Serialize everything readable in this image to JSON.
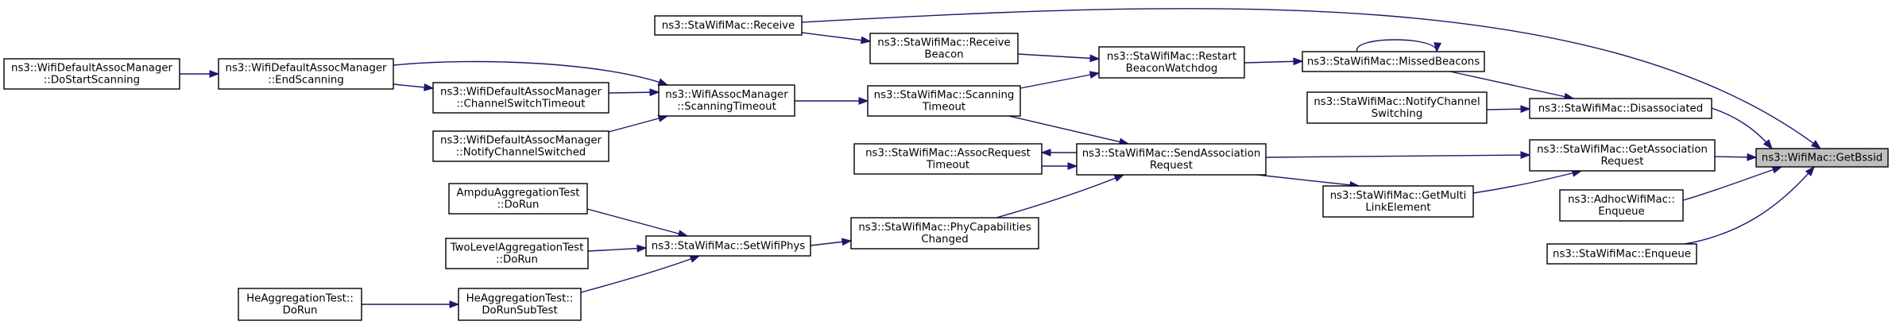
{
  "diagram": {
    "type": "call-graph",
    "colors": {
      "edge": "#191970",
      "node_border": "#000000",
      "root_fill": "#bfbfbf",
      "node_fill": "#ffffff"
    },
    "nodes": [
      {
        "id": "getbssid",
        "lines": [
          "ns3::WifiMac::GetBssid"
        ],
        "root": true
      },
      {
        "id": "receive",
        "lines": [
          "ns3::StaWifiMac::Receive"
        ]
      },
      {
        "id": "receivebeacon",
        "lines": [
          "ns3::StaWifiMac::Receive",
          "Beacon"
        ]
      },
      {
        "id": "restartbeacon",
        "lines": [
          "ns3::StaWifiMac::Restart",
          "BeaconWatchdog"
        ]
      },
      {
        "id": "missedbeacons",
        "lines": [
          "ns3::StaWifiMac::MissedBeacons"
        ]
      },
      {
        "id": "notifychannel",
        "lines": [
          "ns3::StaWifiMac::NotifyChannel",
          "Switching"
        ]
      },
      {
        "id": "disassociated",
        "lines": [
          "ns3::StaWifiMac::Disassociated"
        ]
      },
      {
        "id": "getassocreq",
        "lines": [
          "ns3::StaWifiMac::GetAssociation",
          "Request"
        ]
      },
      {
        "id": "sendassocreq",
        "lines": [
          "ns3::StaWifiMac::SendAssociation",
          "Request"
        ]
      },
      {
        "id": "assocreqtimeout",
        "lines": [
          "ns3::StaWifiMac::AssocRequest",
          "Timeout"
        ]
      },
      {
        "id": "scanningtimeout_sta",
        "lines": [
          "ns3::StaWifiMac::Scanning",
          "Timeout"
        ]
      },
      {
        "id": "scanningtimeout_mgr",
        "lines": [
          "ns3::WifiAssocManager",
          "::ScanningTimeout"
        ]
      },
      {
        "id": "endscanning",
        "lines": [
          "ns3::WifiDefaultAssocManager",
          "::EndScanning"
        ]
      },
      {
        "id": "dostartscanning",
        "lines": [
          "ns3::WifiDefaultAssocManager",
          "::DoStartScanning"
        ]
      },
      {
        "id": "chanswitchtimeout",
        "lines": [
          "ns3::WifiDefaultAssocManager",
          "::ChannelSwitchTimeout"
        ]
      },
      {
        "id": "notifychanswitched",
        "lines": [
          "ns3::WifiDefaultAssocManager",
          "::NotifyChannelSwitched"
        ]
      },
      {
        "id": "getmultilink",
        "lines": [
          "ns3::StaWifiMac::GetMulti",
          "LinkElement"
        ]
      },
      {
        "id": "adhocenqueue",
        "lines": [
          "ns3::AdhocWifiMac::",
          "Enqueue"
        ]
      },
      {
        "id": "staenqueue",
        "lines": [
          "ns3::StaWifiMac::Enqueue"
        ]
      },
      {
        "id": "phycap",
        "lines": [
          "ns3::StaWifiMac::PhyCapabilities",
          "Changed"
        ]
      },
      {
        "id": "setwifiphys",
        "lines": [
          "ns3::StaWifiMac::SetWifiPhys"
        ]
      },
      {
        "id": "ampdutest",
        "lines": [
          "AmpduAggregationTest",
          "::DoRun"
        ]
      },
      {
        "id": "twoleveltest",
        "lines": [
          "TwoLevelAggregationTest",
          "::DoRun"
        ]
      },
      {
        "id": "hedorunsub",
        "lines": [
          "HeAggregationTest::",
          "DoRunSubTest"
        ]
      },
      {
        "id": "hedorun",
        "lines": [
          "HeAggregationTest::",
          "DoRun"
        ]
      }
    ],
    "edges": [
      {
        "from": "receive",
        "to": "getbssid"
      },
      {
        "from": "disassociated",
        "to": "getbssid"
      },
      {
        "from": "getassocreq",
        "to": "getbssid"
      },
      {
        "from": "adhocenqueue",
        "to": "getbssid"
      },
      {
        "from": "staenqueue",
        "to": "getbssid"
      },
      {
        "from": "receive",
        "to": "receivebeacon"
      },
      {
        "from": "receivebeacon",
        "to": "restartbeacon"
      },
      {
        "from": "restartbeacon",
        "to": "missedbeacons"
      },
      {
        "from": "missedbeacons",
        "to": "missedbeacons"
      },
      {
        "from": "missedbeacons",
        "to": "disassociated"
      },
      {
        "from": "notifychannel",
        "to": "disassociated"
      },
      {
        "from": "sendassocreq",
        "to": "getassocreq"
      },
      {
        "from": "getmultilink",
        "to": "getassocreq"
      },
      {
        "from": "scanningtimeout_sta",
        "to": "restartbeacon"
      },
      {
        "from": "scanningtimeout_sta",
        "to": "sendassocreq"
      },
      {
        "from": "sendassocreq",
        "to": "assocreqtimeout"
      },
      {
        "from": "assocreqtimeout",
        "to": "sendassocreq"
      },
      {
        "from": "sendassocreq",
        "to": "getmultilink"
      },
      {
        "from": "phycap",
        "to": "sendassocreq"
      },
      {
        "from": "scanningtimeout_mgr",
        "to": "scanningtimeout_sta"
      },
      {
        "from": "endscanning",
        "to": "scanningtimeout_mgr"
      },
      {
        "from": "chanswitchtimeout",
        "to": "scanningtimeout_mgr"
      },
      {
        "from": "notifychanswitched",
        "to": "scanningtimeout_mgr"
      },
      {
        "from": "endscanning",
        "to": "chanswitchtimeout"
      },
      {
        "from": "dostartscanning",
        "to": "endscanning"
      },
      {
        "from": "setwifiphys",
        "to": "phycap"
      },
      {
        "from": "ampdutest",
        "to": "setwifiphys"
      },
      {
        "from": "twoleveltest",
        "to": "setwifiphys"
      },
      {
        "from": "hedorunsub",
        "to": "setwifiphys"
      },
      {
        "from": "hedorun",
        "to": "hedorunsub"
      }
    ]
  }
}
